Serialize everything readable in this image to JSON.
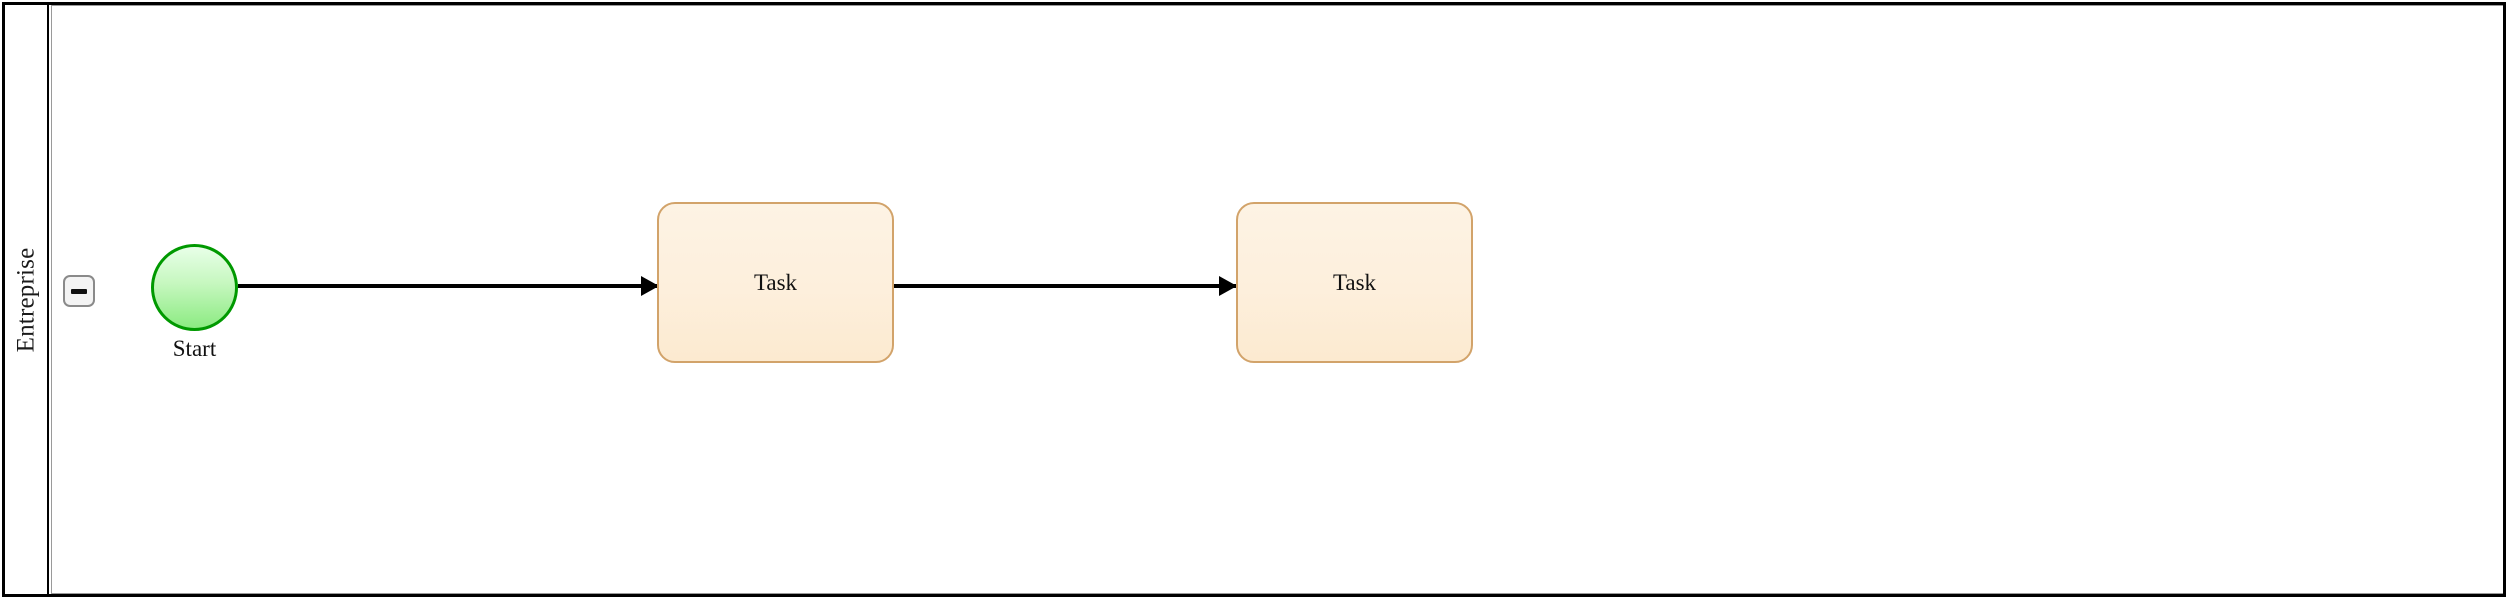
{
  "diagram": {
    "type": "bpmn-process",
    "pool": {
      "lane_label": "Entreprise",
      "collapse_button": {
        "icon": "minus-icon",
        "state": "expanded"
      }
    },
    "nodes": [
      {
        "id": "start-event",
        "type": "start-event",
        "label": "Start",
        "shape": "circle",
        "fill": "#c6f7bf",
        "stroke": "#009900"
      },
      {
        "id": "task-1",
        "type": "task",
        "label": "Task",
        "shape": "rounded-rect",
        "fill": "#fdefdc",
        "stroke": "#d2a36a"
      },
      {
        "id": "task-2",
        "type": "task",
        "label": "Task",
        "shape": "rounded-rect",
        "fill": "#fdefdc",
        "stroke": "#d2a36a"
      }
    ],
    "flows": [
      {
        "id": "flow-1",
        "from": "start-event",
        "to": "task-1",
        "label": "",
        "stroke": "#000000"
      },
      {
        "id": "flow-2",
        "from": "task-1",
        "to": "task-2",
        "label": "",
        "stroke": "#000000"
      }
    ],
    "colors": {
      "pool_border": "#000000",
      "lane_border": "#9a9a9a",
      "canvas_background": "#ffffff",
      "start_fill": "#c6f7bf",
      "start_stroke": "#009900",
      "task_fill": "#fdefdc",
      "task_stroke": "#d2a36a",
      "flow_stroke": "#000000",
      "button_fill": "#f4f4f4",
      "button_border": "#8a8a8a"
    }
  }
}
